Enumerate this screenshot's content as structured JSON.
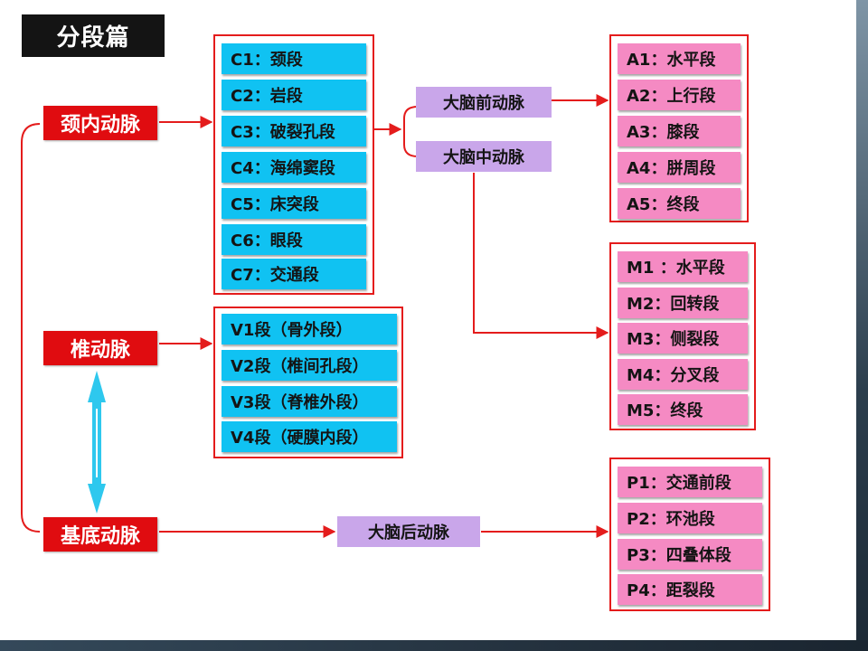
{
  "title": "分段篇",
  "arteries": {
    "internal_carotid": "颈内动脉",
    "vertebral": "椎动脉",
    "basilar": "基底动脉"
  },
  "internal_carotid_segments": [
    "C1：颈段",
    "C2：岩段",
    "C3：破裂孔段",
    "C4：海绵窦段",
    "C5：床突段",
    "C6：眼段",
    "C7：交通段"
  ],
  "vertebral_segments": [
    "V1段（骨外段）",
    "V2段（椎间孔段）",
    "V3段（脊椎外段）",
    "V4段（硬膜内段）"
  ],
  "branches": {
    "aca": "大脑前动脉",
    "mca": "大脑中动脉",
    "pca": "大脑后动脉"
  },
  "aca_segments": [
    "A1：水平段",
    "A2：上行段",
    "A3：膝段",
    "A4：胼周段",
    "A5：终段"
  ],
  "mca_segments": [
    "M1 ：水平段",
    "M2：回转段",
    "M3：侧裂段",
    "M4：分叉段",
    "M5：终段"
  ],
  "pca_segments": [
    "P1：交通前段",
    "P2：环池段",
    "P3：四叠体段",
    "P4：距裂段"
  ],
  "colors": {
    "artery_red": "#e00c10",
    "connector_red": "#e41c1c",
    "segment_blue": "#10c2f2",
    "segment_pink": "#f58ac3",
    "branch_purple": "#c9a6ea",
    "title_black": "#141414",
    "double_arrow_cyan": "#2ec8ee"
  }
}
